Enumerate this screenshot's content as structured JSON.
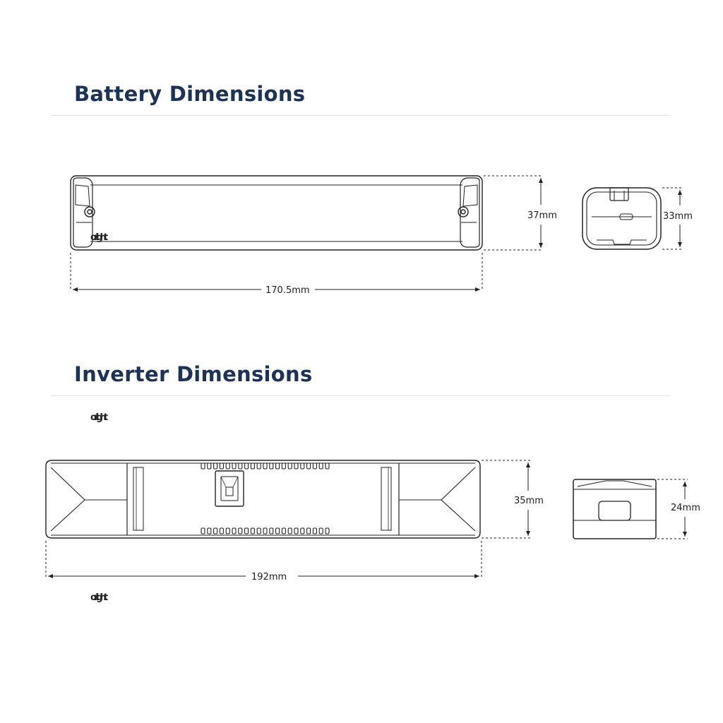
{
  "watermark": {
    "text": "orlight",
    "color": "#f1f1f1"
  },
  "battery": {
    "title": "Battery Dimensions",
    "dimensions": {
      "length": "170.5mm",
      "height": "37mm",
      "end_height": "33mm"
    }
  },
  "inverter": {
    "title": "Inverter Dimensions",
    "dimensions": {
      "length": "192mm",
      "height": "35mm",
      "end_height": "24mm"
    }
  },
  "colors": {
    "title": "#1b3358",
    "line": "#222222",
    "rule": "#e3e3e3"
  }
}
